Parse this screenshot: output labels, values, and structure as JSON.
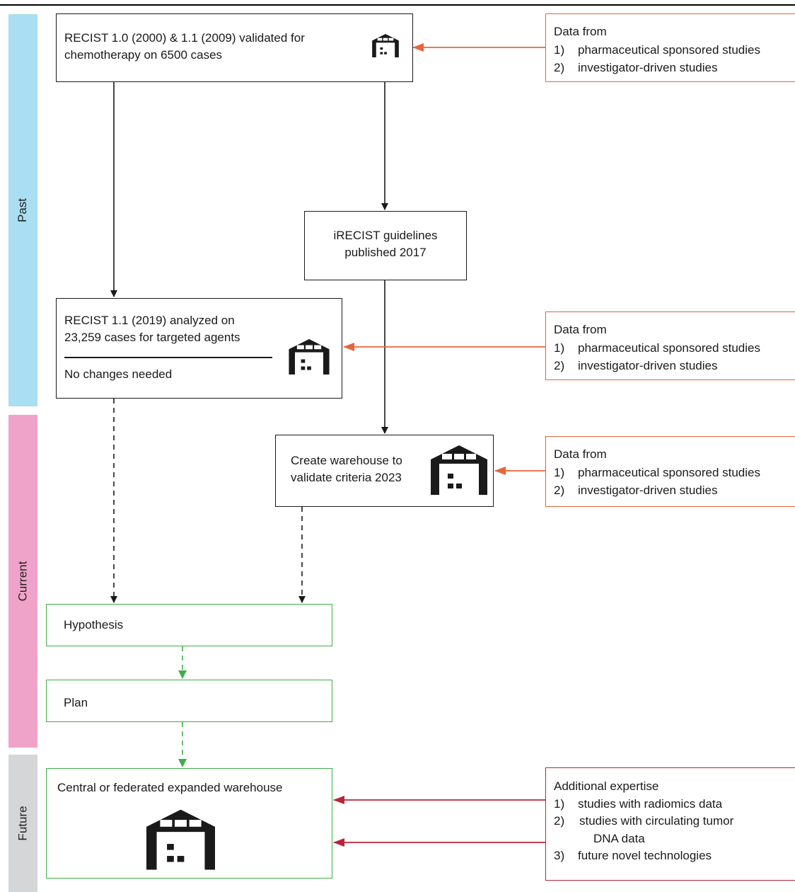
{
  "phases": {
    "past": "Past",
    "current": "Current",
    "future": "Future"
  },
  "colors": {
    "past": "#a9def3",
    "current": "#f0a3c9",
    "future": "#d5d6d8",
    "data_border": "#e8643a",
    "expertise_border": "#b8243a",
    "future_flow": "#3fae49"
  },
  "icons": {
    "warehouse": "warehouse-icon"
  },
  "boxes": {
    "recist_validated": {
      "line1": "RECIST 1.0 (2000) & 1.1 (2009) validated for",
      "line2": "chemotherapy on 6500 cases"
    },
    "irecist": {
      "line1": "iRECIST guidelines",
      "line2": "published 2017"
    },
    "recist_analyzed": {
      "line1": "RECIST 1.1 (2019) analyzed on",
      "line2": "23,259 cases for targeted agents",
      "note": "No changes needed"
    },
    "create_warehouse": {
      "line1": "Create warehouse to",
      "line2": "validate criteria 2023"
    },
    "hypothesis": "Hypothesis",
    "plan": "Plan",
    "central_warehouse": "Central or federated expanded warehouse"
  },
  "data_sources": [
    {
      "title": "Data from",
      "items": [
        {
          "n": "1)",
          "text": "pharmaceutical sponsored studies"
        },
        {
          "n": "2)",
          "text": "investigator-driven studies"
        }
      ]
    },
    {
      "title": "Data from",
      "items": [
        {
          "n": "1)",
          "text": "pharmaceutical sponsored studies"
        },
        {
          "n": "2)",
          "text": "investigator-driven studies"
        }
      ]
    },
    {
      "title": "Data from",
      "items": [
        {
          "n": "1)",
          "text": "pharmaceutical sponsored studies"
        },
        {
          "n": "2)",
          "text": "investigator-driven studies"
        }
      ]
    }
  ],
  "expertise": {
    "title": "Additional expertise",
    "items": [
      {
        "n": "1)",
        "text": "studies with radiomics data"
      },
      {
        "n": "2)",
        "text": "studies with circulating tumor",
        "text2": "DNA data"
      },
      {
        "n": "3)",
        "text": "future novel technologies"
      }
    ]
  }
}
